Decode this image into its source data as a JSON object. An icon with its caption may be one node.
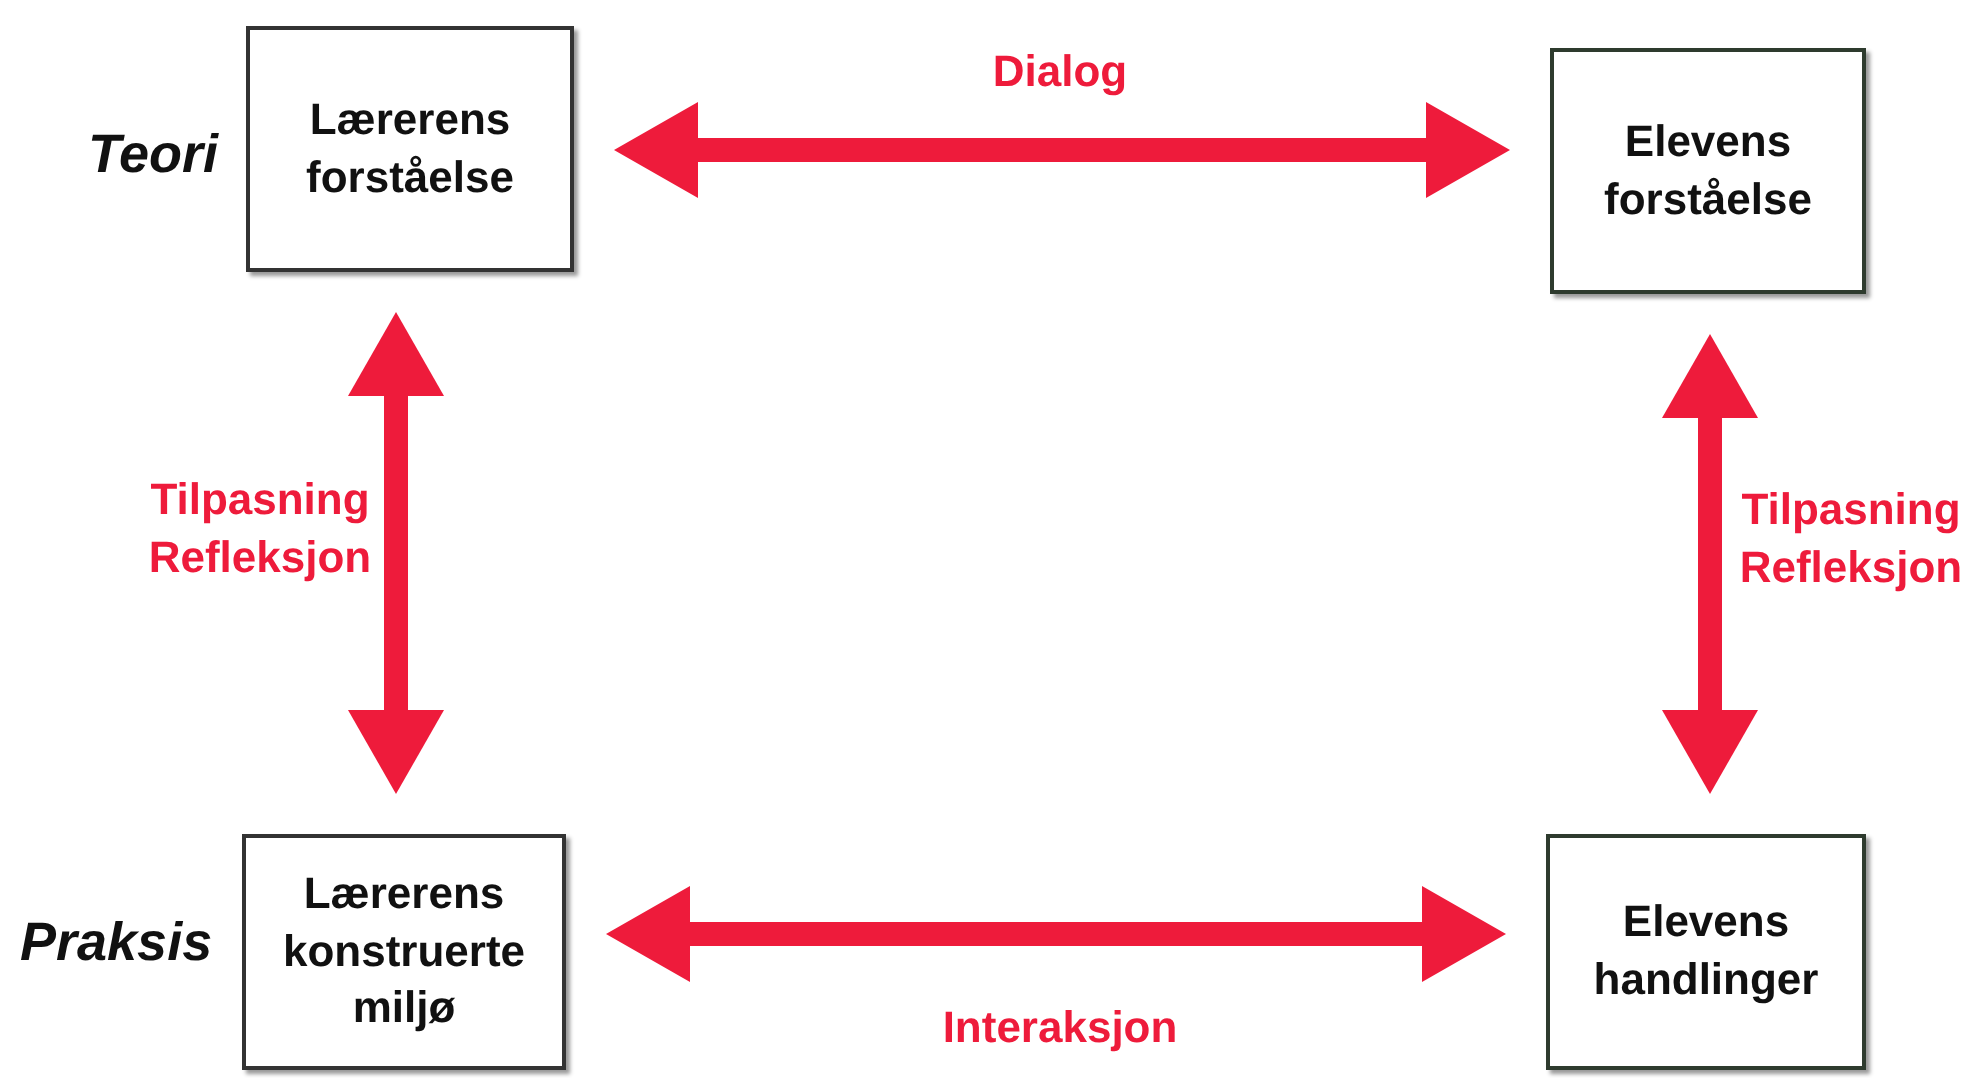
{
  "diagram": {
    "nodes": [
      {
        "text": [
          "Lærerens forståelse"
        ]
      },
      {
        "text": [
          "Elevens forståelse"
        ]
      },
      {
        "text": [
          "Lærerens konstruerte miljø"
        ]
      },
      {
        "text": [
          "Elevens handlinger"
        ]
      }
    ],
    "edges": [
      {
        "from": 0,
        "to": 1,
        "arrow": "both",
        "label": "Dialog"
      },
      {
        "from": 0,
        "to": 2,
        "arrow": "both",
        "label": "Tilpasning Refleksjon"
      },
      {
        "from": 1,
        "to": 3,
        "arrow": "both",
        "label": "Tilpasning Refleksjon"
      },
      {
        "from": 2,
        "to": 3,
        "arrow": "both",
        "label": "Interaksjon"
      }
    ],
    "labels": [
      "Teori",
      "Praksis"
    ]
  }
}
